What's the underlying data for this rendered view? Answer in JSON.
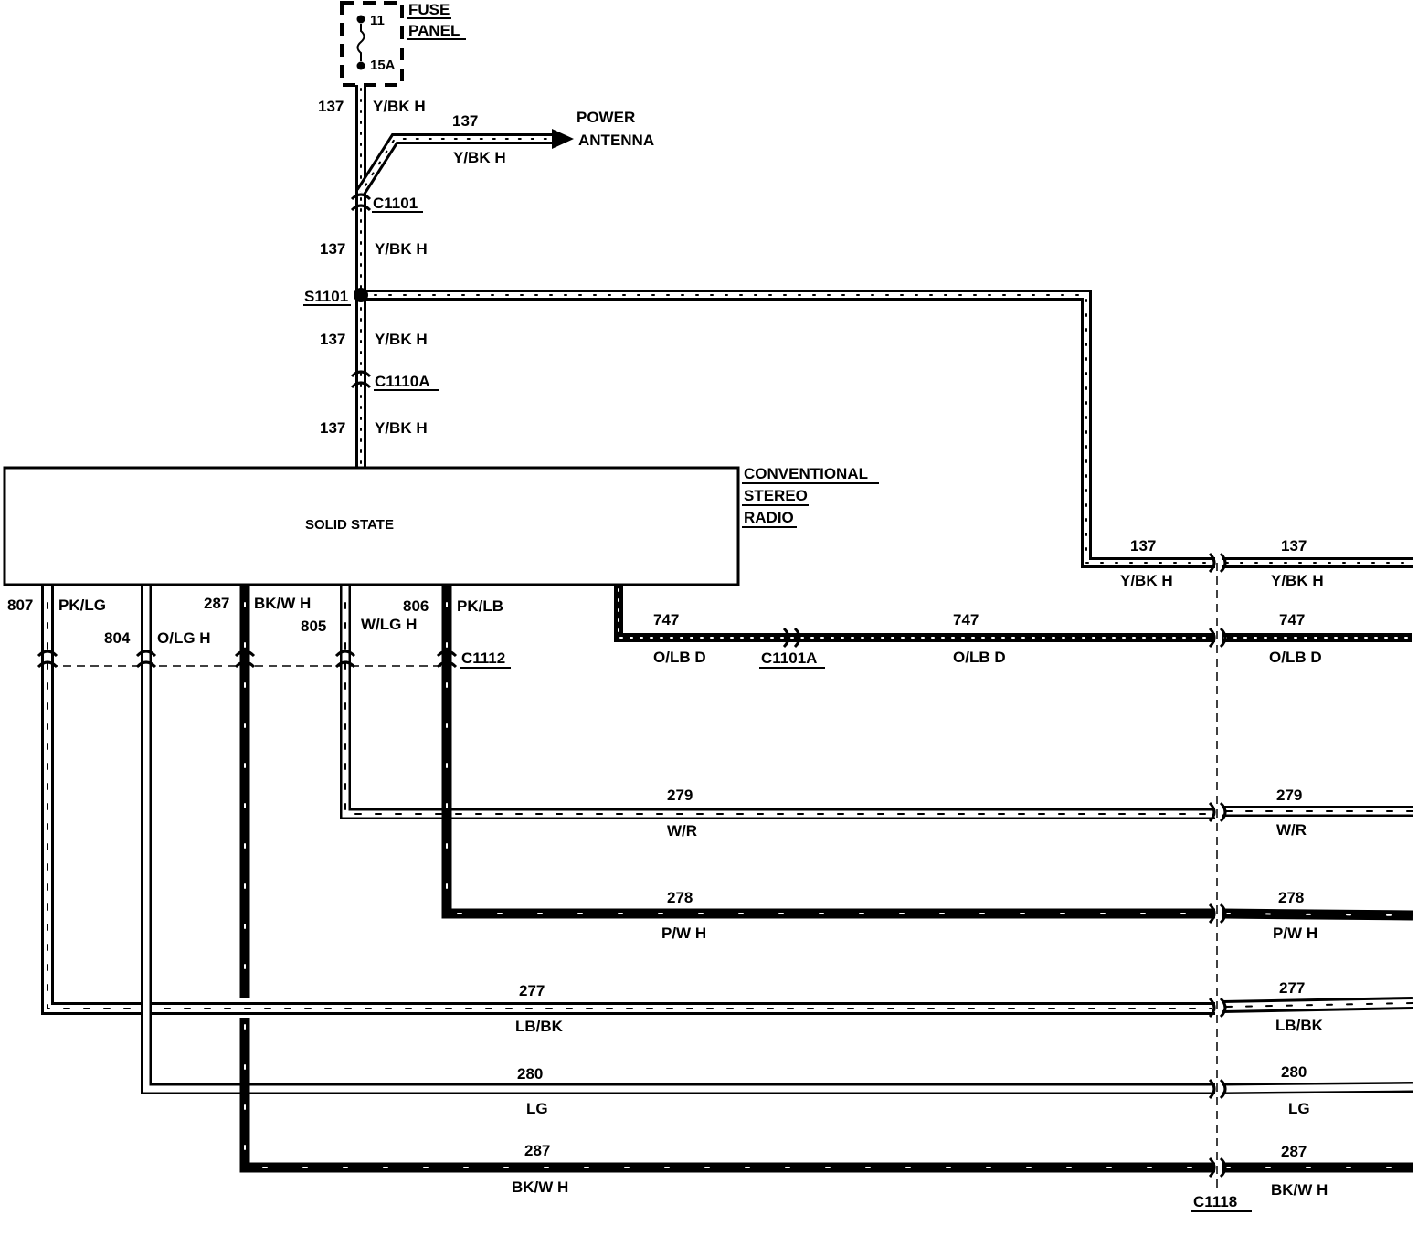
{
  "fuse_panel": {
    "fuse_no": "11",
    "rating": "15A",
    "label_line1": "FUSE",
    "label_line2": "PANEL"
  },
  "power_antenna": {
    "line1": "POWER",
    "line2": "ANTENNA"
  },
  "radio": {
    "line1": "CONVENTIONAL",
    "line2": "STEREO",
    "line3": "RADIO",
    "inner_label": "SOLID STATE"
  },
  "connectors": {
    "c1101": "C1101",
    "s1101": "S1101",
    "c1110a": "C1110A",
    "c1112": "C1112",
    "c1101a": "C1101A",
    "c1118": "C1118"
  },
  "wires": {
    "w137": {
      "circuit": "137",
      "color": "Y/BK H"
    },
    "w747": {
      "circuit": "747",
      "color": "O/LB  D"
    },
    "w279": {
      "circuit": "279",
      "color": "W/R"
    },
    "w278": {
      "circuit": "278",
      "color": "P/W H"
    },
    "w277": {
      "circuit": "277",
      "color": "LB/BK"
    },
    "w280": {
      "circuit": "280",
      "color": "LG"
    },
    "w287": {
      "circuit": "287",
      "color": "BK/W H"
    },
    "w807": {
      "circuit": "807",
      "color": "PK/LG"
    },
    "w804": {
      "circuit": "804",
      "color": "O/LG H"
    },
    "w805": {
      "circuit": "805",
      "color": "W/LG H"
    },
    "w806": {
      "circuit": "806",
      "color": "PK/LB"
    }
  }
}
